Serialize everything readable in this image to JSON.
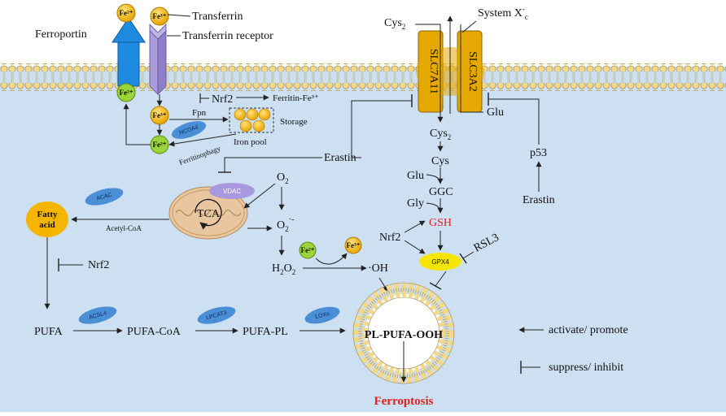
{
  "colors": {
    "cytoplasm": "#cce0f2",
    "membrane_head": "#f3d88a",
    "blue_oval": "#4a8fd6",
    "iron_ball": "#f5b400",
    "fe2_ball": "#9bd33a",
    "red_text": "#e02020",
    "transporter": "#e5a800",
    "vdac": "#a898e0",
    "ferroportin": "#1e8be0",
    "receptor": "#a99cd8",
    "gpx4": "#f5e600",
    "mito": "#e8c7a0"
  },
  "labels": {
    "fe2": "Fe²⁺",
    "fe3": "Fe³⁺",
    "ferroportin": "Ferroportin",
    "transferrin": "Transferrin",
    "transferrin_receptor": "Transferrin receptor",
    "nrf2": "Nrf2",
    "ferritin_fe3": "Ferritin-Fe³⁺",
    "fpn": "Fpn",
    "storage": "Storage",
    "iron_pool": "Iron pool",
    "ncoa4": "NCOA4",
    "ferritinophagy": "Ferritinophagy",
    "erastin": "Erastin",
    "system_xc": "System X",
    "system_xc_sup": "-",
    "system_xc_sub": "c",
    "cys2": "Cys",
    "cys2_sub": "2",
    "slc7a11": "SLC7A11",
    "slc3a2": "SLC3A2",
    "glu": "Glu",
    "cys": "Cys",
    "ggc": "GGC",
    "gly": "Gly",
    "gsh": "GSH",
    "gpx4": "GPX4",
    "rsl3": "RSL3",
    "p53": "p53",
    "o2": "O",
    "o2_sub": "2",
    "superoxide_sup": "·-",
    "h2o2_h": "H",
    "h2o2_o": "O",
    "sub2": "2",
    "oh": "·OH",
    "vdac": "VDAC",
    "tca": "TCA",
    "acac": "ACAC",
    "fatty_acid_1": "Fatty",
    "fatty_acid_2": "acid",
    "acetyl_coa": "Acetyl-CoA",
    "pufa": "PUFA",
    "pufa_coa": "PUFA-CoA",
    "pufa_pl": "PUFA-PL",
    "acsl4": "ACSL4",
    "lpcat3": "LPCAT3",
    "loxs": "LOXs",
    "pl_pufa_ooh": "PL-PUFA-OOH",
    "ferroptosis": "Ferroptosis"
  },
  "legend": {
    "activate": "activate/ promote",
    "suppress": "suppress/ inhibit"
  }
}
